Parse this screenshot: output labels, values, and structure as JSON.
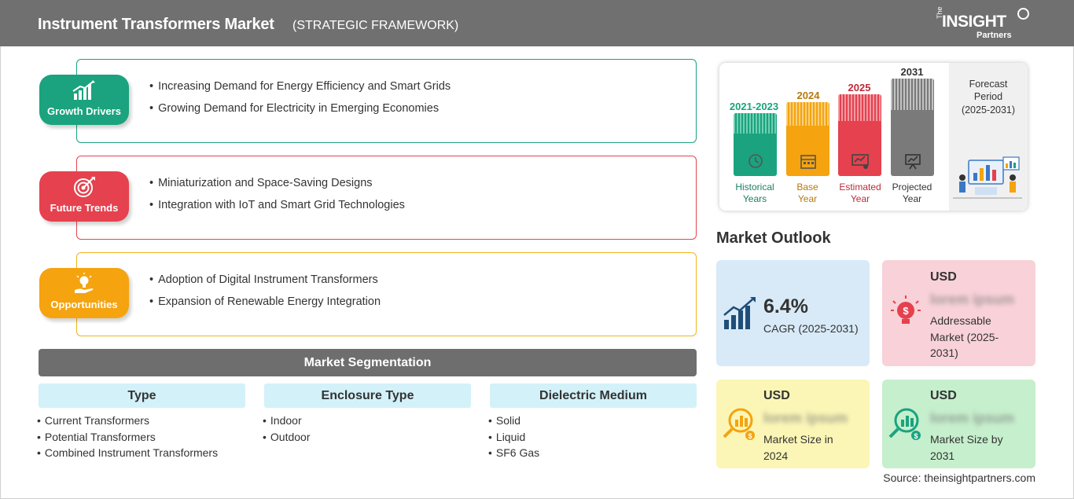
{
  "header": {
    "title": "Instrument Transformers Market",
    "subtitle": "(STRATEGIC FRAMEWORK)",
    "logo": {
      "the": "The",
      "main": "INSIGHT",
      "partners": "Partners"
    }
  },
  "framework": [
    {
      "label": "Growth Drivers",
      "icon": "growth-chart-icon",
      "color": "#1aa37e",
      "items": [
        "Increasing Demand for Energy Efficiency and Smart Grids",
        "Growing Demand for Electricity in Emerging Economies"
      ]
    },
    {
      "label": "Future Trends",
      "icon": "target-icon",
      "color": "#e5414e",
      "items": [
        "Miniaturization and Space-Saving Designs",
        "Integration with IoT and Smart Grid Technologies"
      ]
    },
    {
      "label": "Opportunities",
      "icon": "lightbulb-hand-icon",
      "color": "#f5a30f",
      "items": [
        "Adoption of Digital Instrument Transformers",
        "Expansion of Renewable Energy Integration"
      ]
    }
  ],
  "segmentation": {
    "title": "Market Segmentation",
    "columns": [
      {
        "heading": "Type",
        "items": [
          "Current Transformers",
          "Potential Transformers",
          "Combined Instrument Transformers"
        ]
      },
      {
        "heading": "Enclosure Type",
        "items": [
          "Indoor",
          "Outdoor"
        ]
      },
      {
        "heading": "Dielectric Medium",
        "items": [
          "Solid",
          "Liquid",
          "SF6 Gas"
        ]
      }
    ]
  },
  "timeline": {
    "periods": [
      {
        "year": "2021-2023",
        "label_line1": "Historical",
        "label_line2": "Years",
        "color": "#1aa37e",
        "icon": "history-icon"
      },
      {
        "year": "2024",
        "label_line1": "Base",
        "label_line2": "Year",
        "color": "#f5a30f",
        "icon": "calendar-icon"
      },
      {
        "year": "2025",
        "label_line1": "Estimated",
        "label_line2": "Year",
        "color": "#e5414e",
        "icon": "estimate-icon"
      },
      {
        "year": "2031",
        "label_line1": "Projected",
        "label_line2": "Year",
        "color": "#7a7a7a",
        "icon": "projection-icon"
      }
    ],
    "forecast_title": "Forecast Period",
    "forecast_range": "(2025-2031)"
  },
  "outlook": {
    "title": "Market Outlook",
    "cagr": {
      "value": "6.4%",
      "label": "CAGR (2025-2031)",
      "icon": "growth-chart-icon"
    },
    "addressable": {
      "currency": "USD",
      "value": "lorem ipsum",
      "label": "Addressable Market (2025-2031)",
      "icon": "dollar-bulb-icon"
    },
    "size_2024": {
      "currency": "USD",
      "value": "lorem ipsum",
      "label": "Market Size in 2024",
      "icon": "magnifier-chart-icon"
    },
    "size_2031": {
      "currency": "USD",
      "value": "lorem ipsum",
      "label": "Market Size by 2031",
      "icon": "magnifier-chart-icon"
    }
  },
  "source": "Source: theinsightpartners.com",
  "colors": {
    "header": "#707070",
    "green": "#1aa37e",
    "red": "#e5414e",
    "orange": "#f5a30f",
    "segment_head": "#d3f1f9"
  }
}
